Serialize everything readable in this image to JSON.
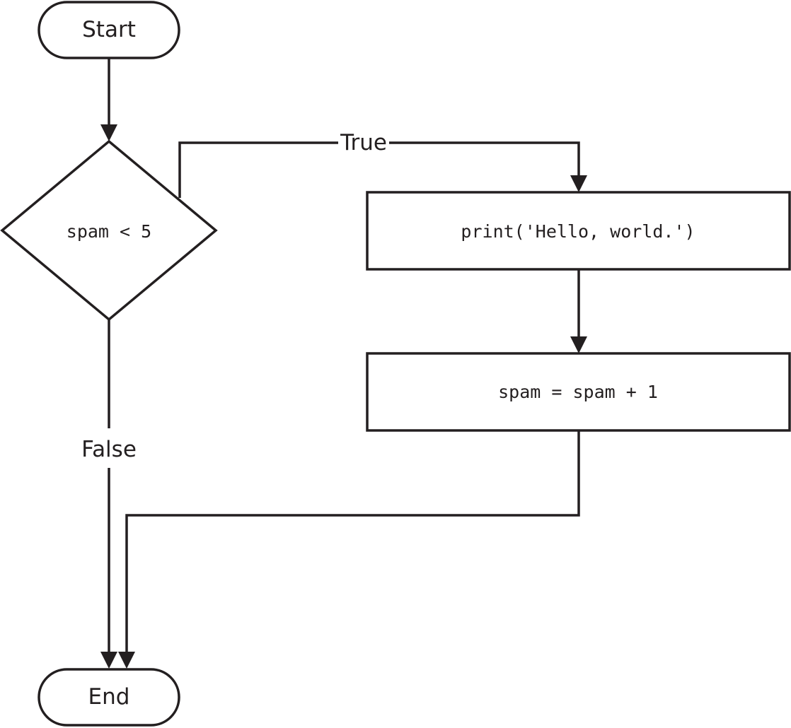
{
  "diagram": {
    "type": "flowchart",
    "nodes": {
      "start": {
        "shape": "terminal",
        "label": "Start"
      },
      "condition": {
        "shape": "decision",
        "label": "spam < 5"
      },
      "print_step": {
        "shape": "process",
        "label": "print('Hello, world.')"
      },
      "increment_step": {
        "shape": "process",
        "label": "spam = spam + 1"
      },
      "end": {
        "shape": "terminal",
        "label": "End"
      }
    },
    "edges": {
      "true_branch": {
        "from": "condition",
        "to": "print_step",
        "label": "True"
      },
      "false_branch": {
        "from": "condition",
        "to": "end",
        "label": "False"
      },
      "print_to_increment": {
        "from": "print_step",
        "to": "increment_step"
      },
      "increment_to_end": {
        "from": "increment_step",
        "to": "end"
      },
      "start_to_condition": {
        "from": "start",
        "to": "condition"
      }
    },
    "colors": {
      "stroke": "#231f20",
      "background": "#ffffff"
    }
  }
}
